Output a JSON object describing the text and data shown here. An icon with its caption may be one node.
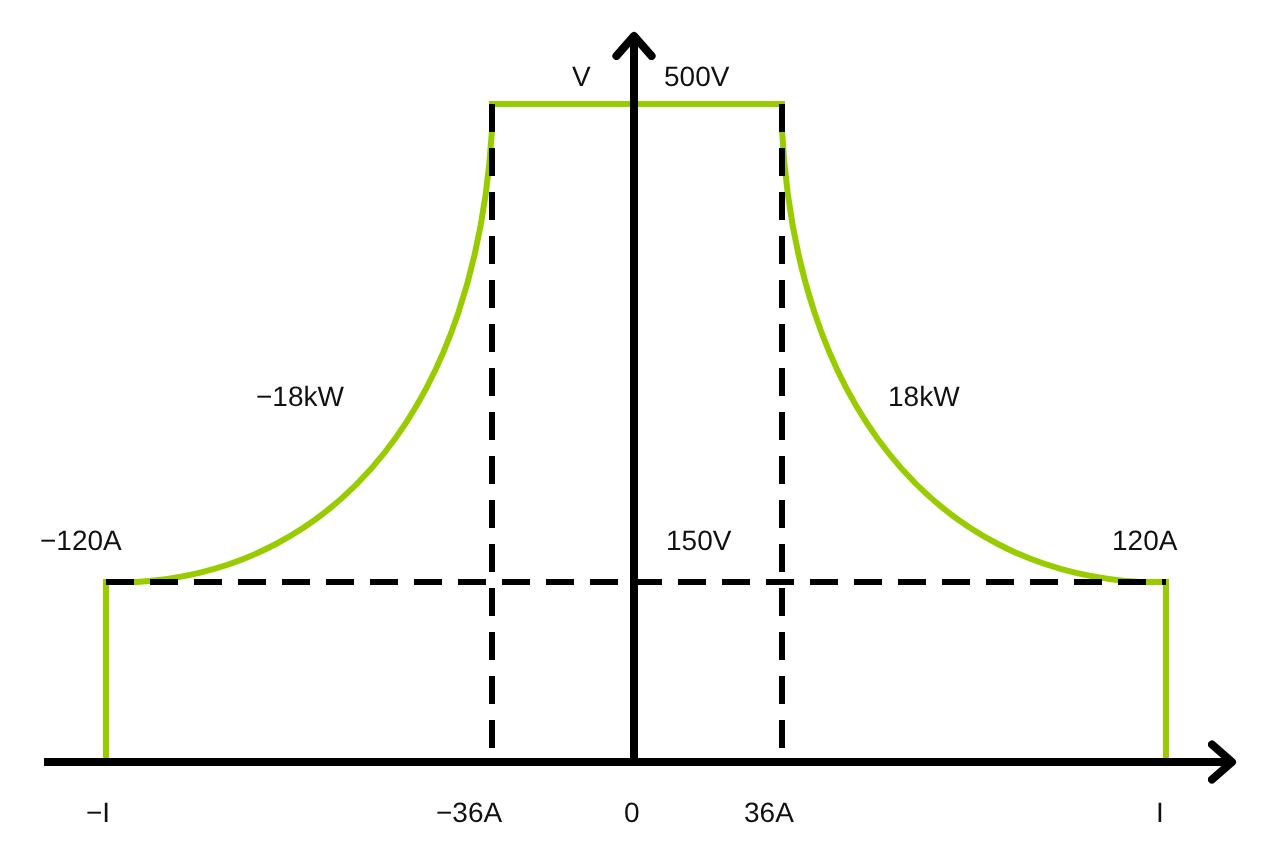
{
  "diagram": {
    "labels": [
      "V",
      "500V",
      "−18kW",
      "18kW",
      "−120A",
      "150V",
      "120A",
      "−I",
      "−36A",
      "0",
      "36A",
      "I"
    ]
  }
}
